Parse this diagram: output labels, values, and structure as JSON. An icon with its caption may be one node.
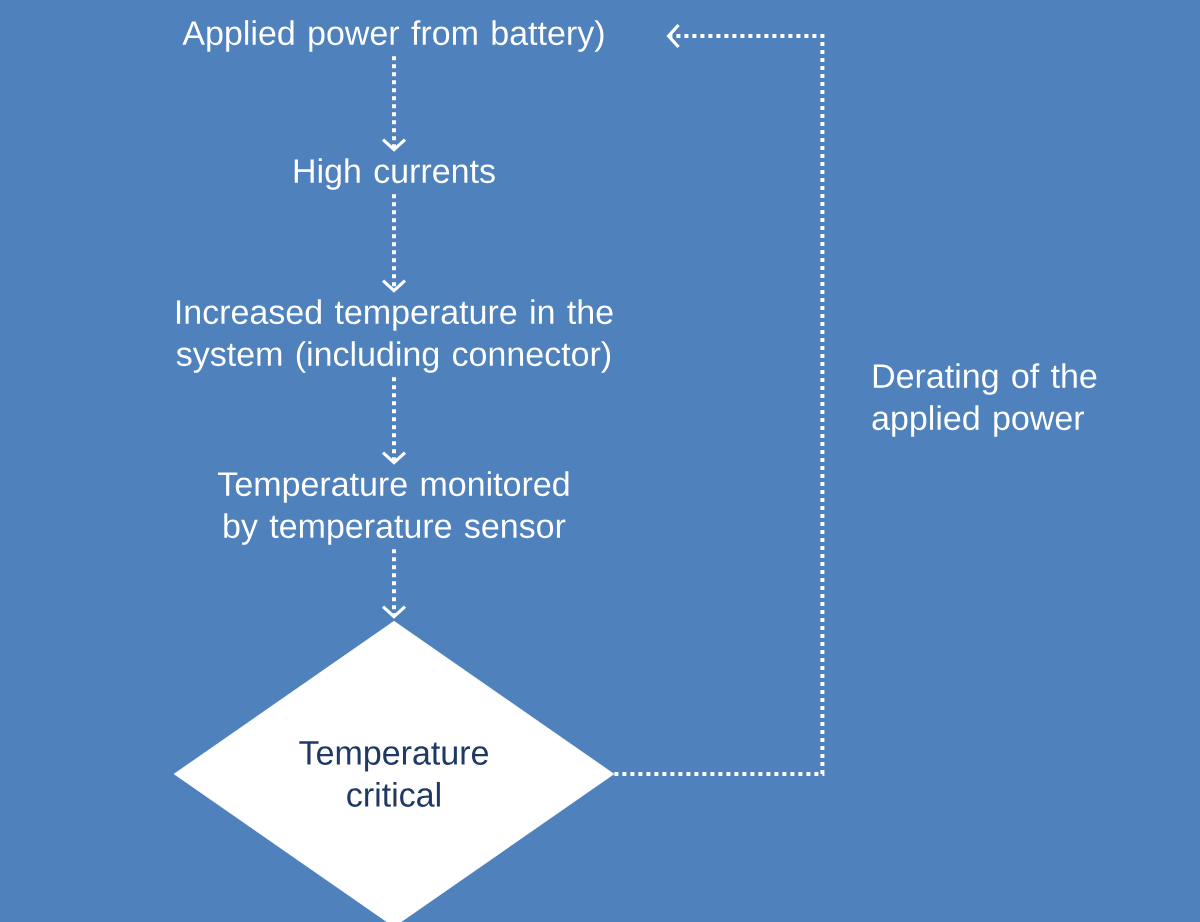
{
  "diagram": {
    "nodes": [
      {
        "text": [
          "Applied power from battery)"
        ]
      },
      {
        "text": [
          "High currents"
        ]
      },
      {
        "text": [
          "Increased temperature in the system (including connector)"
        ]
      },
      {
        "text": [
          "Temperature monitored by temperature sensor"
        ]
      },
      {
        "text": [
          "Temperature critical"
        ]
      }
    ],
    "edges": [
      {
        "from": 0,
        "to": 1,
        "arrow": "to"
      },
      {
        "from": 1,
        "to": 2,
        "arrow": "to"
      },
      {
        "from": 2,
        "to": 3,
        "arrow": "to"
      },
      {
        "from": 3,
        "to": 4,
        "arrow": "to"
      },
      {
        "from": 4,
        "to": 0,
        "arrow": "to",
        "label": "Derating of the applied power"
      }
    ]
  }
}
